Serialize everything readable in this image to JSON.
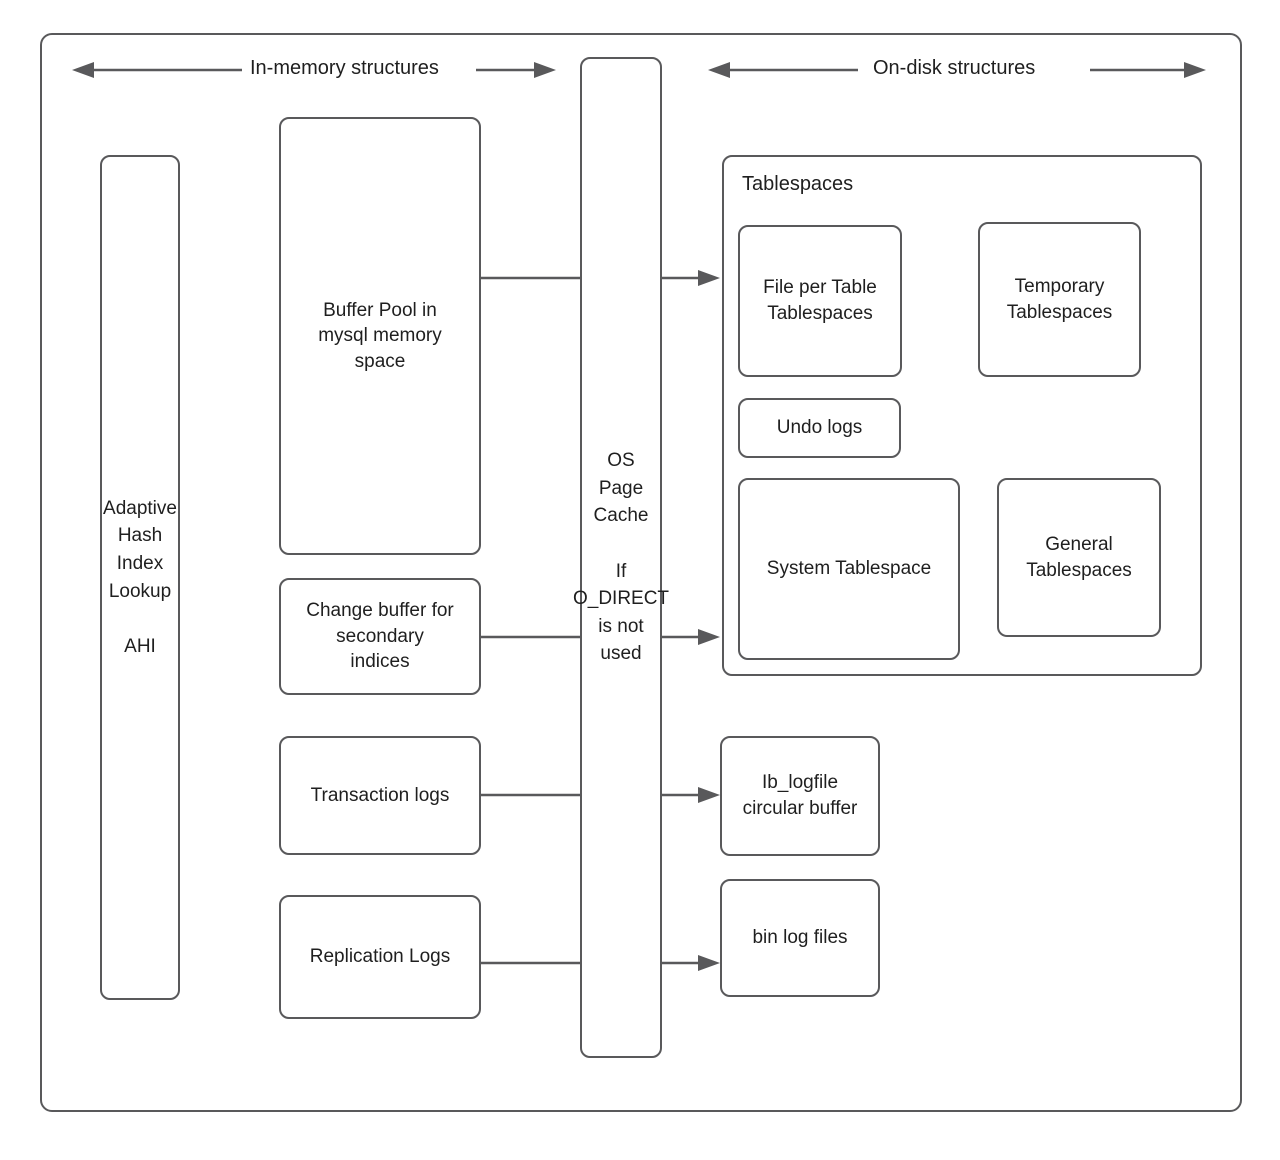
{
  "diagram": {
    "title_left": "In-memory structures",
    "title_right": "On-disk structures",
    "accent_color": "#59595b",
    "text_color": "#1f1f1f",
    "background": "#ffffff"
  },
  "boxes": {
    "outer_frame": "",
    "ahi": "Adaptive\nHash\nIndex\nLookup\n\nAHI",
    "buffer_pool": "Buffer Pool in\nmysql memory\nspace",
    "change_buffer": "Change buffer for\nsecondary\nindices",
    "transaction_logs": "Transaction logs",
    "replication_logs": "Replication Logs",
    "os_page_cache": "OS\nPage\nCache\n\nIf\nO_DIRECT\nis not\nused",
    "tablespaces": "Tablespaces",
    "file_per_table": "File per Table\nTablespaces",
    "temporary_tablespaces": "Temporary\nTablespaces",
    "undo_logs": "Undo logs",
    "system_tablespace": "System Tablespace",
    "general_tablespaces": "General\nTablespaces",
    "ib_logfile": "Ib_logfile\ncircular buffer",
    "bin_log_files": "bin log files"
  },
  "connections": [
    {
      "name": "buffer-pool-to-tablespaces",
      "from": "buffer_pool",
      "to": "tablespaces"
    },
    {
      "name": "change-buffer-to-tablespaces",
      "from": "change_buffer",
      "to": "tablespaces"
    },
    {
      "name": "transaction-logs-to-ib-logfile",
      "from": "transaction_logs",
      "to": "ib_logfile"
    },
    {
      "name": "replication-logs-to-bin-log-files",
      "from": "replication_logs",
      "to": "bin_log_files"
    }
  ]
}
